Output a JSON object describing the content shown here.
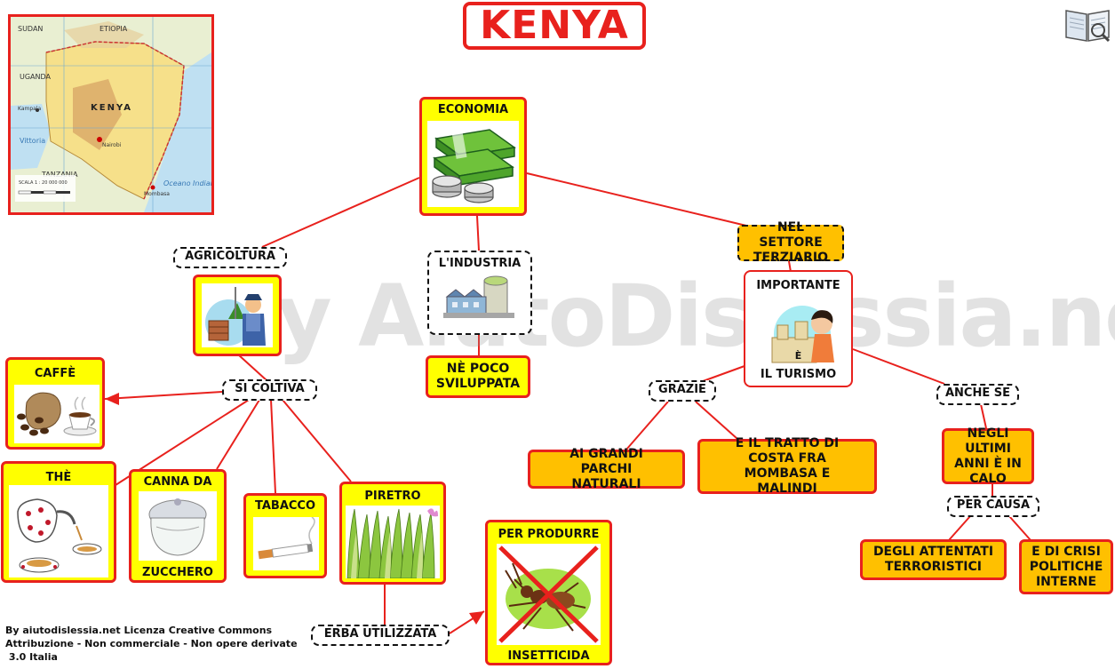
{
  "title": "KENYA",
  "map": {
    "country": "KENYA",
    "neighbors": [
      "SUDAN",
      "ETIOPIA",
      "UGANDA",
      "TANZANIA"
    ],
    "lake": "Vittoria",
    "ocean": "Oceano Indiano",
    "cities": [
      "Nairobi",
      "Mombasa",
      "Kampala"
    ],
    "scale": "SCALA 1 : 20 000 000"
  },
  "nodes": {
    "economia": "ECONOMIA",
    "agricoltura": "AGRICOLTURA",
    "industria": "L'INDUSTRIA",
    "ne_poco": "NÈ POCO SVILUPPATA",
    "terziario": "NEL SETTORE TERZIARIO",
    "importante": "IMPORTANTE",
    "e_connector": "È",
    "turismo": "IL TURISMO",
    "si_coltiva": "SI COLTIVA",
    "caffe": "CAFFÈ",
    "the": "THÈ",
    "canna_top": "CANNA DA",
    "canna_bottom": "ZUCCHERO",
    "tabacco": "TABACCO",
    "piretro": "PIRETRO",
    "erba": "ERBA UTILIZZATA",
    "per_produrre": "PER PRODURRE",
    "insetticida": "INSETTICIDA",
    "grazie": "GRAZIE",
    "parchi": "AI GRANDI PARCHI NATURALI",
    "costa": "E IL TRATTO DI COSTA FRA MOMBASA E MALINDI",
    "anche_se": "ANCHE SE",
    "calo": "NEGLI ULTIMI ANNI È IN CALO",
    "per_causa": "PER CAUSA",
    "attentati": "DEGLI ATTENTATI TERRORISTICI",
    "crisi": "E DI CRISI POLITICHE INTERNE"
  },
  "watermark": "By AiutoDislessia.net",
  "license": [
    "By aiutodislessia.net Licenza Creative Commons",
    "Attribuzione - Non commerciale - Non opere derivate",
    " 3.0 Italia"
  ],
  "colors": {
    "red": "#e8211d",
    "yellow": "#ffff00",
    "orange": "#ffc000"
  }
}
